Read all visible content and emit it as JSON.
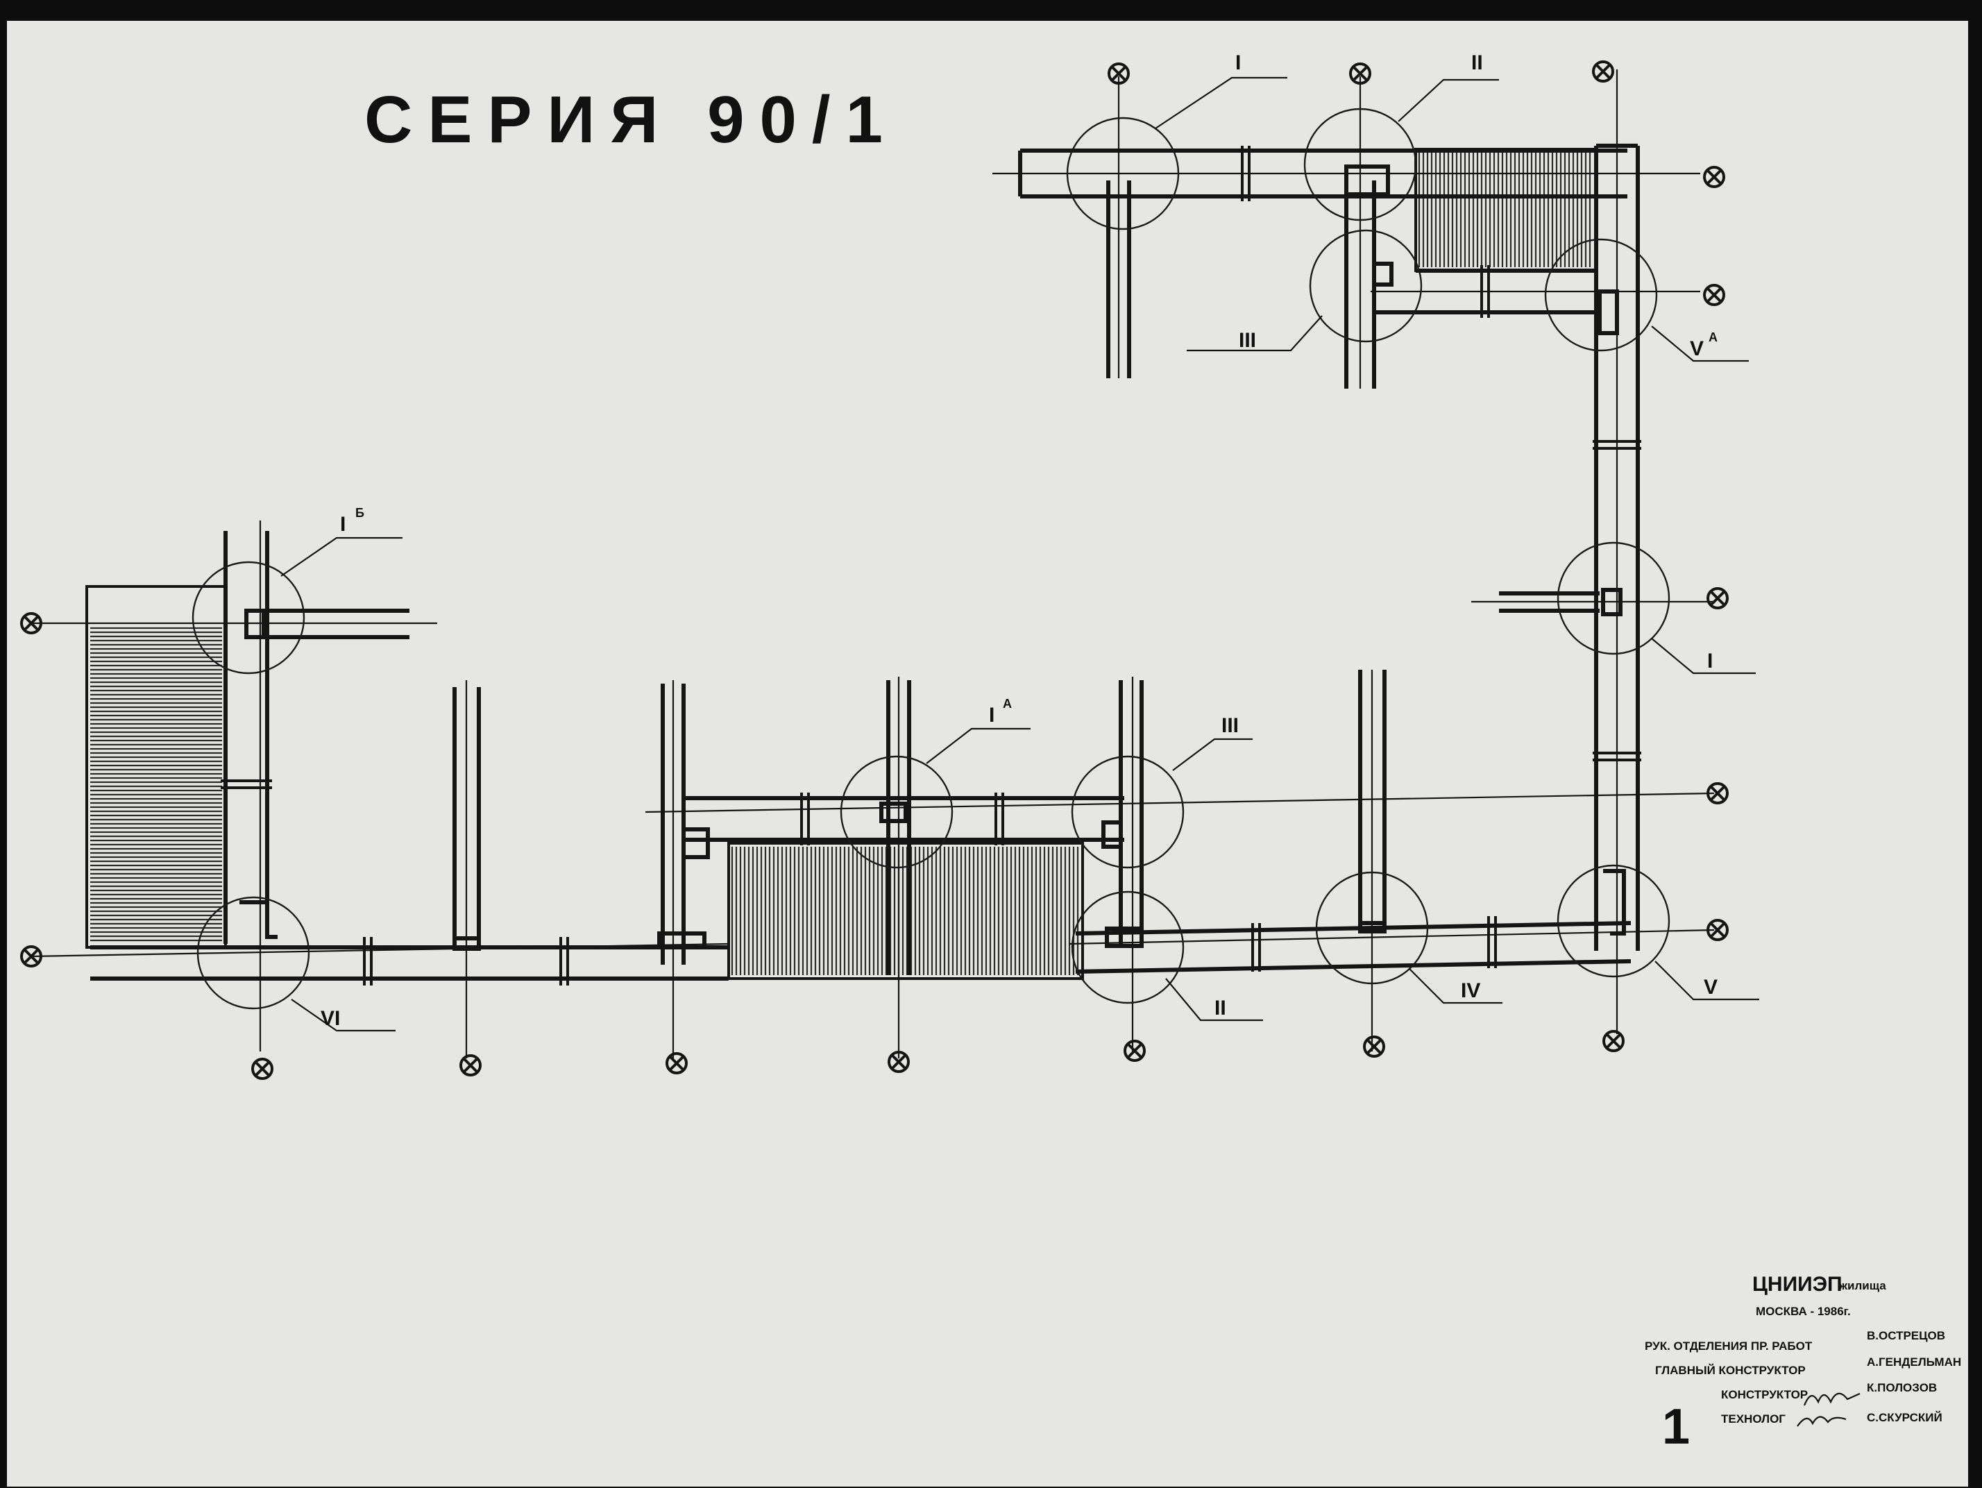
{
  "drawing": {
    "title": "СЕРИЯ 90/1",
    "sheet_number": "1"
  },
  "node_labels": {
    "i_top": "I",
    "ii_top": "II",
    "iii_top": "III",
    "va": "V",
    "va_sup": "А",
    "i_right": "I",
    "ib": "I",
    "ib_sup": "Б",
    "ia": "I",
    "ia_sup": "А",
    "iii_mid": "III",
    "ii_bottom": "II",
    "iv": "IV",
    "v": "V",
    "vi": "VI"
  },
  "title_block": {
    "org": "ЦНИИЭП",
    "org_suffix": "жилища",
    "city_year": "МОСКВА - 1986г.",
    "roles": [
      "РУК. ОТДЕЛЕНИЯ ПР. РАБОТ",
      "ГЛАВНЫЙ КОНСТРУКТОР",
      "КОНСТРУКТОР",
      "ТЕХНОЛОГ"
    ],
    "names": [
      "В.ОСТРЕЦОВ",
      "А.ГЕНДЕЛЬМАН",
      "К.ПОЛОЗОВ",
      "С.СКУРСКИЙ"
    ]
  },
  "colors": {
    "paper": "#e6e6e4",
    "frame": "#0d0d0d",
    "ink": "#151515"
  },
  "icons": {
    "axis_marker": "circled-x-icon"
  }
}
